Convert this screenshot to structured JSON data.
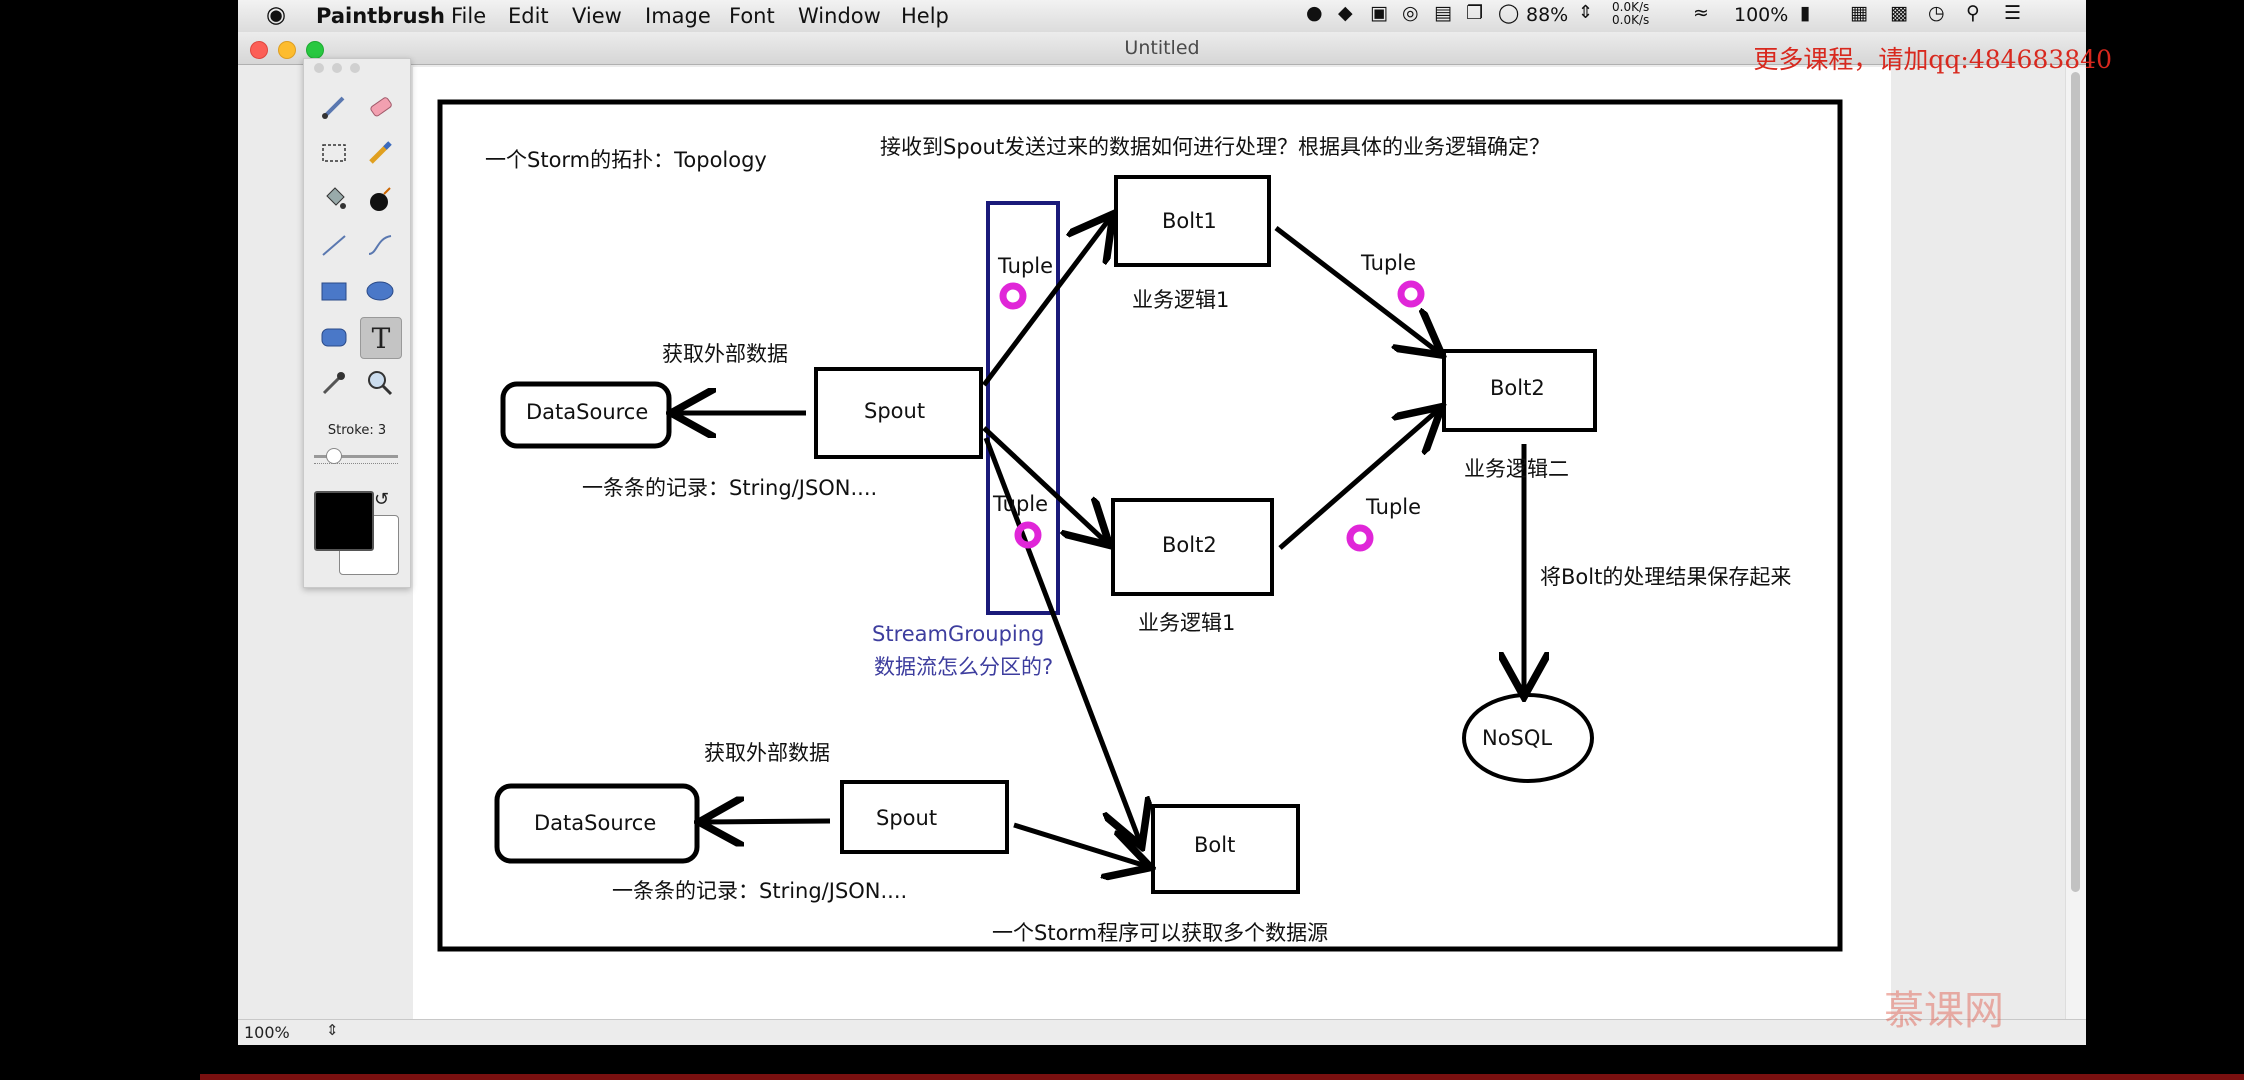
{
  "menubar": {
    "app_name": "Paintbrush",
    "items": [
      "File",
      "Edit",
      "View",
      "Image",
      "Font",
      "Window",
      "Help"
    ],
    "status": {
      "cpu": "88%",
      "net_up": "0.0K/s",
      "net_down": "0.0K/s",
      "battery": "100%"
    }
  },
  "window": {
    "title": "Untitled",
    "zoom": "100%"
  },
  "palette": {
    "stroke_label": "Stroke: 3",
    "tools": [
      "brush",
      "eraser",
      "select",
      "pencil",
      "fill",
      "bomb",
      "line",
      "curve",
      "rectangle",
      "ellipse",
      "rounded-rect",
      "text",
      "eyedropper",
      "zoom"
    ],
    "active_tool": "text",
    "colors": {
      "foreground": "#000000",
      "background": "#ffffff"
    }
  },
  "diagram": {
    "title": "一个Storm的拓扑：Topology",
    "question": "接收到Spout发送过来的数据如何进行处理？根据具体的业务逻辑确定？",
    "nodes": {
      "datasource1": "DataSource",
      "spout1": "Spout",
      "bolt1": "Bolt1",
      "bolt2_mid": "Bolt2",
      "bolt2_right": "Bolt2",
      "nosql": "NoSQL",
      "datasource2": "DataSource",
      "spout2": "Spout",
      "bolt3": "Bolt"
    },
    "labels": {
      "fetch_external_1": "获取外部数据",
      "records_1": "一条条的记录：String/JSON....",
      "tuple_1": "Tuple",
      "tuple_2": "Tuple",
      "tuple_3": "Tuple",
      "tuple_4": "Tuple",
      "logic_bolt1": "业务逻辑1",
      "logic_bolt2_mid": "业务逻辑1",
      "logic_bolt2_right": "业务逻辑二",
      "save_result": "将Bolt的处理结果保存起来",
      "stream_grouping": "StreamGrouping",
      "partition_question": "数据流怎么分区的?",
      "fetch_external_2": "获取外部数据",
      "records_2": "一条条的记录：String/JSON....",
      "multi_source": "一个Storm程序可以获取多个数据源"
    },
    "colors": {
      "stroke": "#000000",
      "grouping": "#1a1a7a",
      "tuple": "#e026d8",
      "grouping_text": "#3d3d9e"
    }
  },
  "overlay": {
    "promo": "更多课程，请加qq:484683840",
    "brand": "慕课网"
  }
}
